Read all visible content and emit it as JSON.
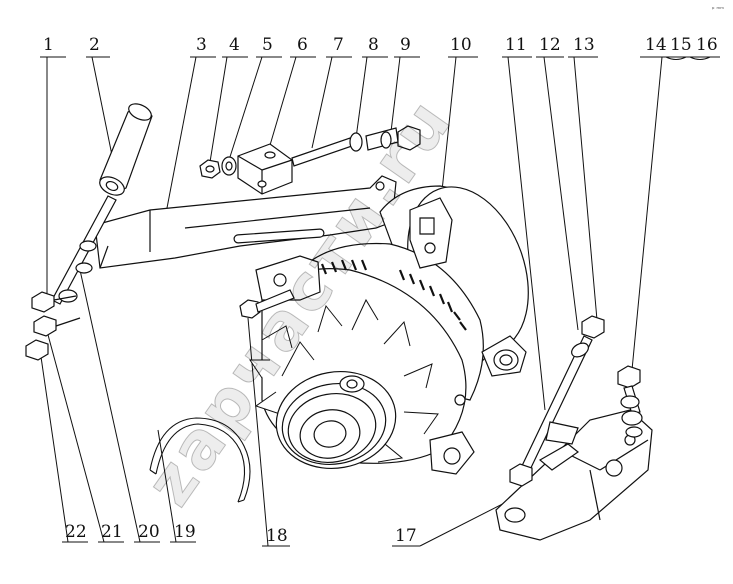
{
  "watermark": "zaрчасти.ru",
  "watermark_text": "zapчасти.ru",
  "callouts": [
    "1",
    "2",
    "3",
    "4",
    "5",
    "6",
    "7",
    "8",
    "9",
    "10",
    "11",
    "12",
    "13",
    "14",
    "15",
    "16",
    "17",
    "18",
    "19",
    "20",
    "21",
    "22"
  ],
  "corner_mark": "ᵖ ᵐᵐ"
}
